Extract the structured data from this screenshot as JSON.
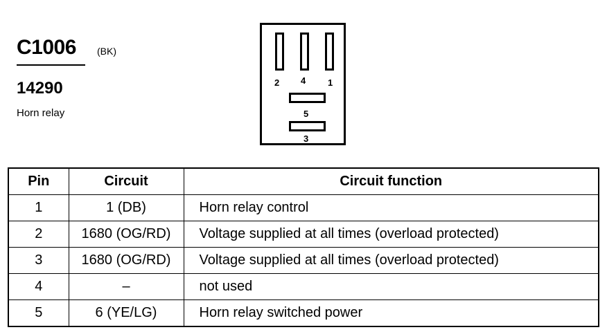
{
  "header": {
    "connector_id": "C1006",
    "connector_color": "(BK)",
    "part_number": "14290",
    "component_name": "Horn relay"
  },
  "connector_face": {
    "pin_labels": [
      "2",
      "4",
      "1",
      "5",
      "3"
    ]
  },
  "pinout_table": {
    "headers": {
      "pin": "Pin",
      "circuit": "Circuit",
      "function": "Circuit function"
    },
    "rows": [
      {
        "pin": "1",
        "circuit": "1 (DB)",
        "function": "Horn relay control"
      },
      {
        "pin": "2",
        "circuit": "1680 (OG/RD)",
        "function": "Voltage supplied at all times (overload protected)"
      },
      {
        "pin": "3",
        "circuit": "1680 (OG/RD)",
        "function": "Voltage supplied at all times (overload protected)"
      },
      {
        "pin": "4",
        "circuit": "–",
        "function": "not used"
      },
      {
        "pin": "5",
        "circuit": "6 (YE/LG)",
        "function": "Horn relay switched power"
      }
    ]
  }
}
